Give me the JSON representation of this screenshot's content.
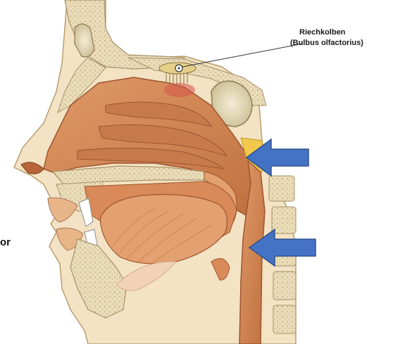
{
  "figure": {
    "structure_label": "Riechkolben",
    "structure_label_latin": "(Bulbus olfactorius)",
    "edge_text": "or",
    "colors": {
      "skin": "#f3e2c3",
      "bone": "#e9dcb9",
      "bone_dots": "#bfae86",
      "cavity": "#d9885a",
      "cavity_dark": "#b8643a",
      "tongue": "#e3a070",
      "fat": "#f2c94c",
      "arrow_fill": "#4472c4",
      "arrow_stroke": "#2f528f"
    },
    "arrows": [
      {
        "name": "arrow-nasopharynx",
        "direction": "left"
      },
      {
        "name": "arrow-oropharynx",
        "direction": "left"
      }
    ]
  }
}
